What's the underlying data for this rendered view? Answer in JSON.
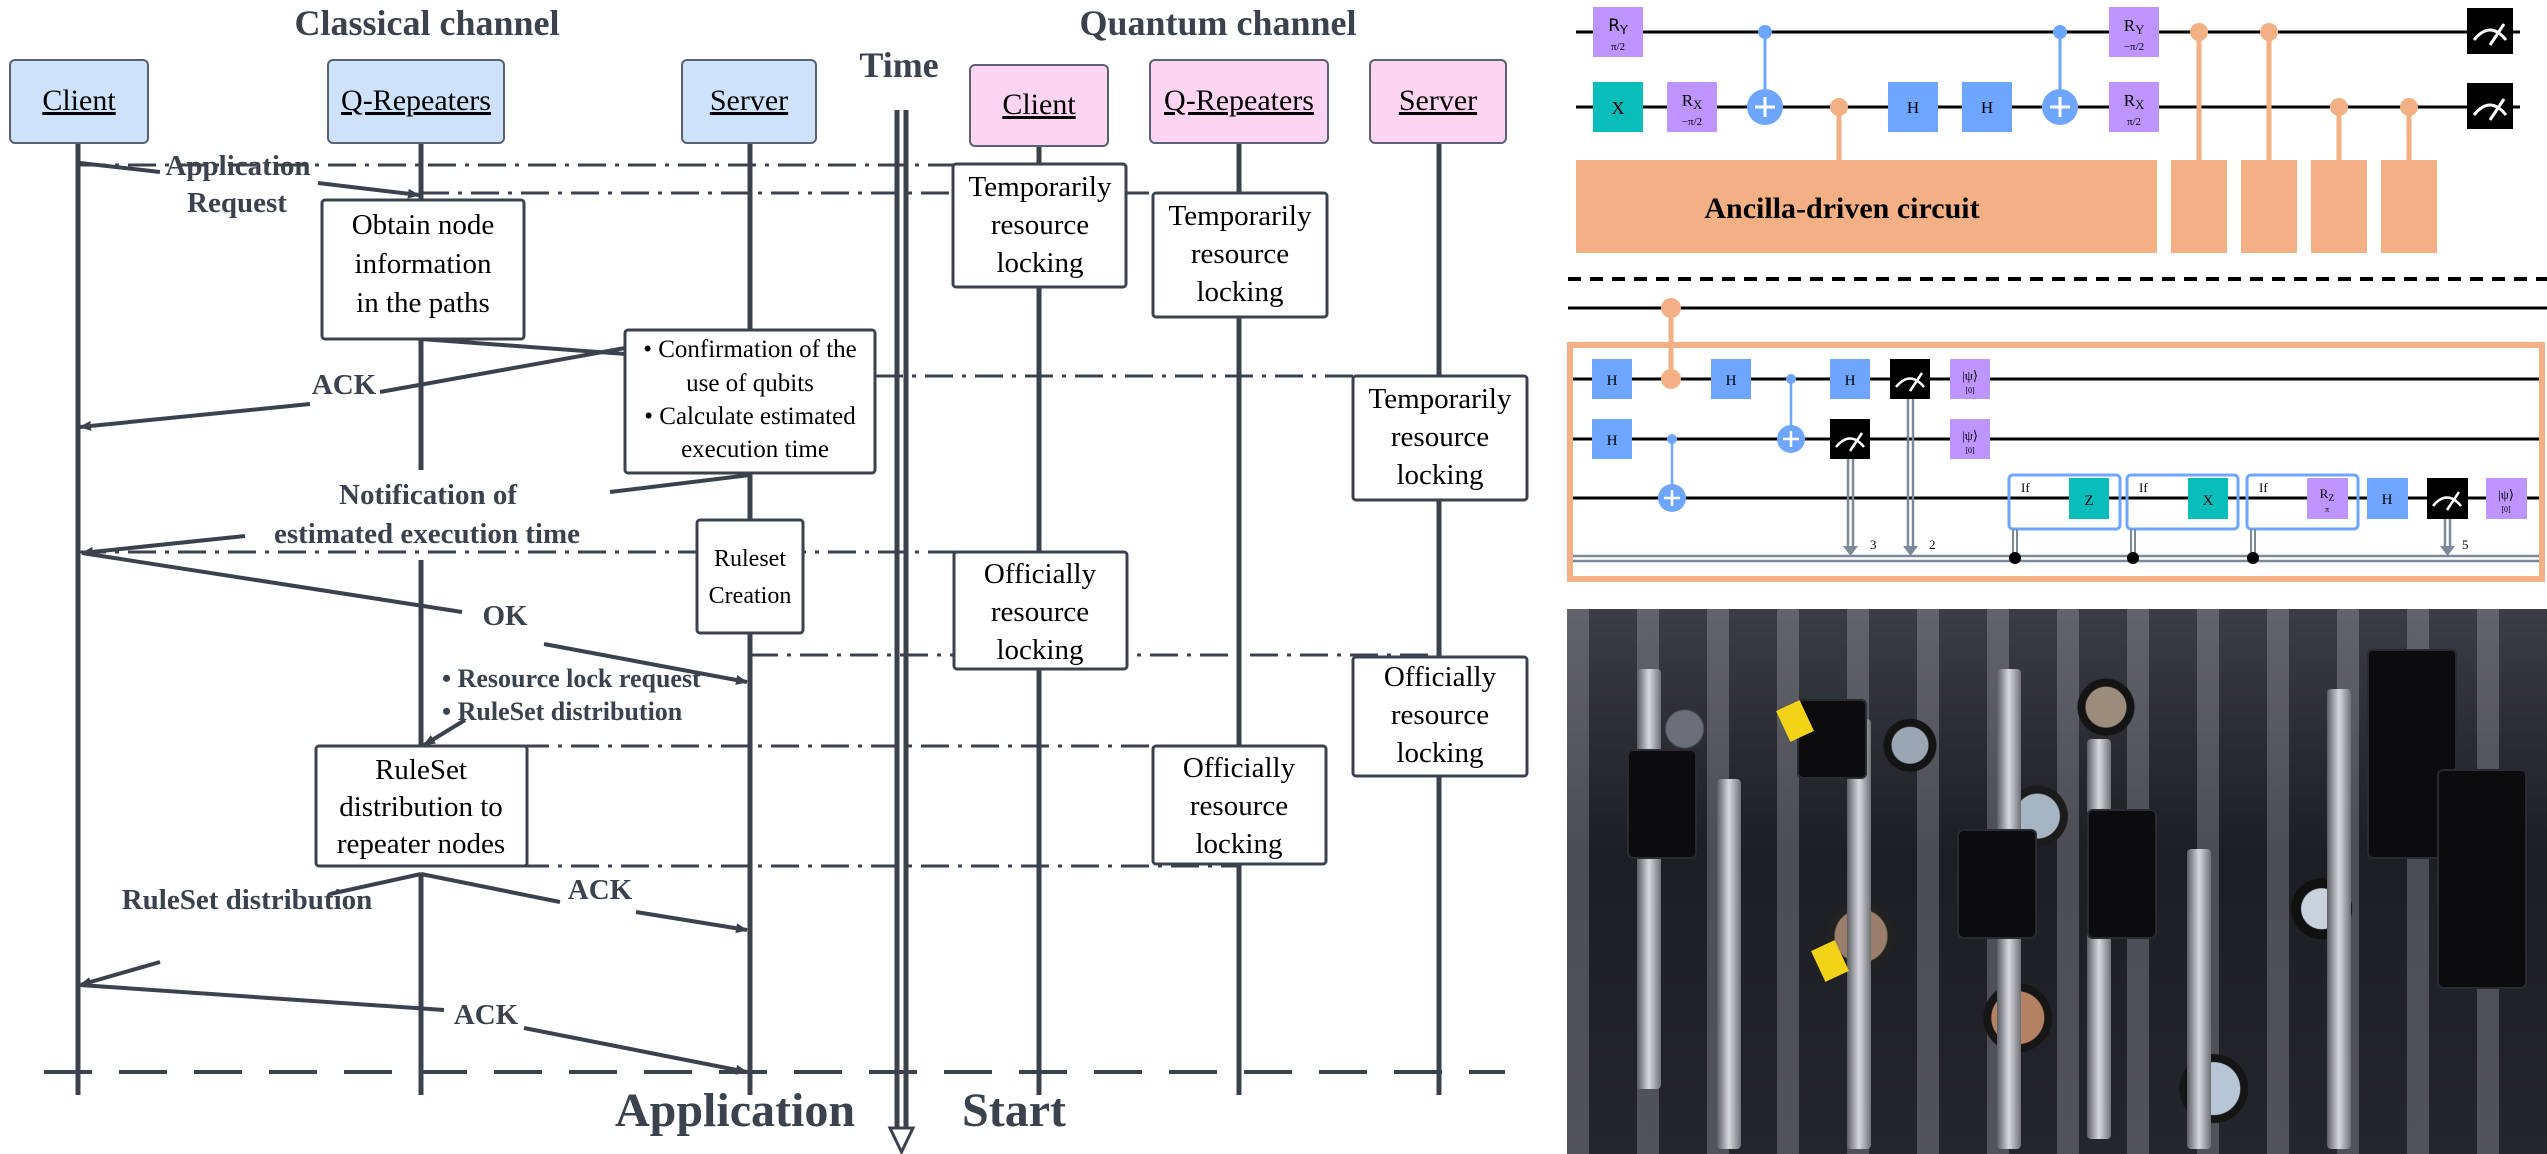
{
  "sequence": {
    "classical_title": "Classical channel",
    "quantum_title": "Quantum channel",
    "time_label": "Time",
    "bottom_left_label": "Application",
    "bottom_right_label": "Start",
    "classical_actors": [
      "Client",
      "Q-Repeaters",
      "Server"
    ],
    "quantum_actors": [
      "Client",
      "Q-Repeaters",
      "Server"
    ],
    "colors": {
      "classical_header": "#cfe2fb",
      "quantum_header": "#fdd5f2",
      "line": "#3c424d"
    },
    "boxes": {
      "obtain": [
        "Obtain node",
        "information",
        "in the paths"
      ],
      "confirm": [
        "• Confirmation of the",
        "use of qubits",
        "• Calculate estimated",
        "execution time"
      ],
      "ruleset_creation": [
        "Ruleset",
        "Creation"
      ],
      "ruleset_dist": [
        "RuleSet",
        "distribution to",
        "repeater nodes"
      ],
      "q_client_temp": [
        "Temporarily",
        "resource",
        "locking"
      ],
      "q_rep_temp": [
        "Temporarily",
        "resource",
        "locking"
      ],
      "q_server_temp": [
        "Temporarily",
        "resource",
        "locking"
      ],
      "q_client_off": [
        "Officially",
        "resource",
        "locking"
      ],
      "q_server_off": [
        "Officially",
        "resource",
        "locking"
      ],
      "q_rep_off": [
        "Officially",
        "resource",
        "locking"
      ]
    },
    "messages": {
      "app_request": [
        "Application",
        "Request"
      ],
      "ack1": "ACK",
      "notification": [
        "Notification of",
        "estimated execution time"
      ],
      "ok": "OK",
      "lock_request": [
        "• Resource lock request",
        "• RuleSet distribution"
      ],
      "ruleset_dist_msg": "RuleSet distribution",
      "ack2": "ACK",
      "ack3": "ACK"
    }
  },
  "circuit": {
    "colors": {
      "rotation": "#be95ff",
      "pauli": "#08bdba",
      "hadamard": "#6ea6ff",
      "ancilla": "#f3b084",
      "measure": "#000000",
      "classical_wire": "#7a8a99"
    },
    "top": {
      "ancilla_label": "Ancilla-driven circuit",
      "gates": {
        "ry1": {
          "name": "RY",
          "param": "π/2"
        },
        "x1": {
          "name": "X"
        },
        "rx1": {
          "name": "RX",
          "param": "−π/2"
        },
        "h1": {
          "name": "H"
        },
        "h2": {
          "name": "H"
        },
        "ry2": {
          "name": "RY",
          "param": "−π/2"
        },
        "rx2": {
          "name": "RX",
          "param": "π/2"
        }
      }
    },
    "bottom": {
      "h_label": "H",
      "reset_label": "|ψ⟩",
      "reset_sub": "[0]",
      "if_label": "If",
      "z_label": "Z",
      "x_label": "X",
      "rz_name": "RZ",
      "rz_param": "π",
      "bit_labels": [
        "3",
        "2",
        "5"
      ]
    }
  },
  "photo": {
    "description": "Optical table with mirror mounts, posts and lenses"
  }
}
